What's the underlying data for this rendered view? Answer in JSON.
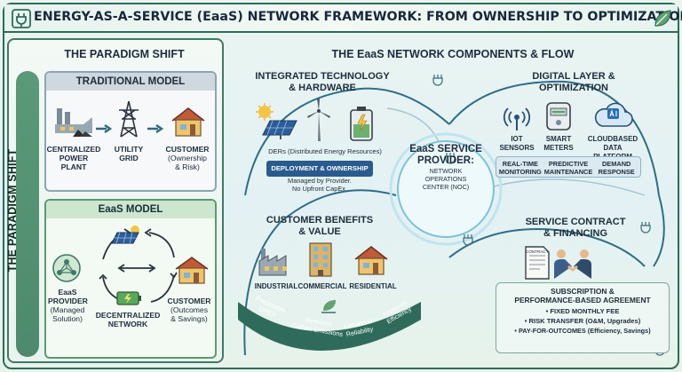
{
  "title": "ENERGY-AS-A-SERVICE (EaaS) NETWORK FRAMEWORK: FROM OWNERSHIP TO OPTIMIZATION",
  "left": {
    "panel_title": "THE PARADIGM SHIFT",
    "side_label": "THE PARADIGM SHIFT",
    "traditional": {
      "heading": "TRADITIONAL MODEL",
      "plant": [
        "CENTRALIZED",
        "POWER PLANT"
      ],
      "grid": [
        "UTILITY",
        "GRID"
      ],
      "customer": [
        "CUSTOMER",
        "(Ownership",
        "& Risk)"
      ]
    },
    "eaas": {
      "heading": "EaaS MODEL",
      "provider": [
        "EaaS",
        "PROVIDER",
        "(Managed",
        "Solution)"
      ],
      "network": [
        "DECENTRALIZED",
        "NETWORK"
      ],
      "customer": [
        "CUSTOMER",
        "(Outcomes",
        "& Savings)"
      ]
    }
  },
  "right": {
    "panel_title": "THE EaaS NETWORK COMPONENTS & FLOW",
    "tech": {
      "heading": [
        "INTEGRATED TECHNOLOGY",
        "& HARDWARE"
      ],
      "ders": "DERs (Distributed Energy Resources)",
      "deploy": "DEPLOYMENT & OWNERSHIP",
      "managed": [
        "Managed by Provider.",
        "No Upfront CapEx."
      ]
    },
    "digital": {
      "heading": [
        "DIGITAL LAYER &",
        "OPTIMIZATION"
      ],
      "iot": [
        "IOT",
        "SENSORS"
      ],
      "meters": [
        "SMART",
        "METERS"
      ],
      "cloud": [
        "CLOUDBASED",
        "DATA PLATFORM"
      ],
      "bar": [
        [
          "REAL-TIME",
          "MONITORING"
        ],
        [
          "PREDICTIVE",
          "MAINTENANCE"
        ],
        [
          "DEMAND",
          "RESPONSE"
        ]
      ]
    },
    "center": {
      "title": [
        "EaaS SERVICE",
        "PROVIDER:"
      ],
      "sub": [
        "NETWORK",
        "OPERATIONS",
        "CENTER (NOC)"
      ]
    },
    "benefits": {
      "heading": [
        "CUSTOMER BENEFITS",
        "& VALUE"
      ],
      "industrial": "INDUSTRIAL",
      "commercial": "COMMERCIAL",
      "residential": "RESIDENTIAL",
      "arc": [
        [
          "Predictable",
          "OPEX"
        ],
        [
          "Reduced",
          "Carbon Emissions"
        ],
        [
          "Enhanced",
          "Reliability"
        ],
        [
          "Improved",
          "Efficiency"
        ]
      ]
    },
    "contract": {
      "heading": [
        "SERVICE CONTRACT",
        "& FINANCING"
      ],
      "doc_label": "CONTRACT",
      "agreement": [
        "SUBSCRIPTION &",
        "PERFORMANCE-BASED AGREEMENT"
      ],
      "bullets": [
        "• FIXED MONTHLY FEE",
        "• RISK TRANSFER (O&M, Upgrades)",
        "• PAY-FOR-OUTCOMES (Efficiency, Savings)"
      ]
    }
  },
  "colors": {
    "accent": "#2f6b5a",
    "blue": "#1f4f82",
    "teal": "#3a8a8a",
    "green": "#4d8a6d"
  }
}
